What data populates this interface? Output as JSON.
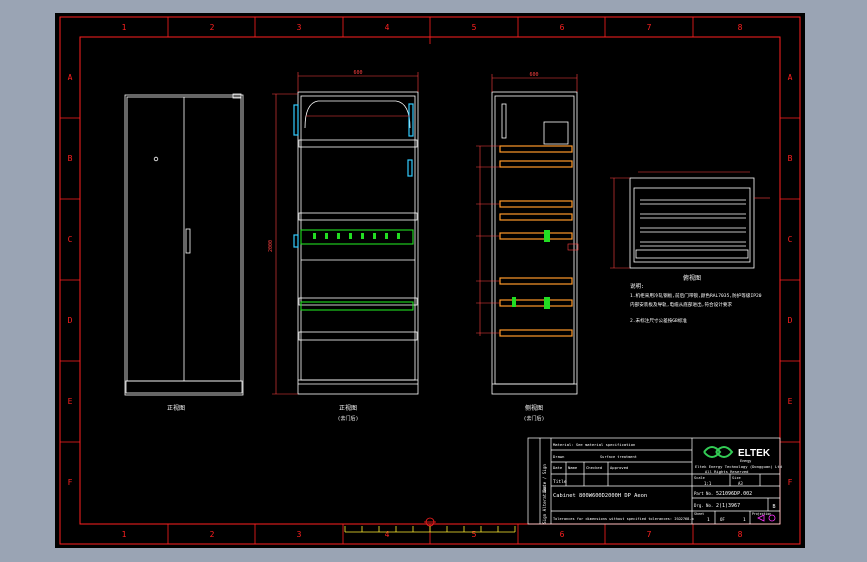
{
  "colors": {
    "background": "#9aa4b4",
    "sheet": "#000000",
    "border": "#ff2020",
    "lines": "#ffffff",
    "dimension": "#ff4040",
    "cyan_parts": "#33ccff",
    "green_rails": "#22dd22",
    "orange_rails": "#ff9a2a",
    "magenta": "#ff33ff",
    "logo": "#33cc55"
  },
  "frame": {
    "columns_top": [
      "1",
      "2",
      "3",
      "4",
      "5",
      "6",
      "7",
      "8"
    ],
    "columns_bottom": [
      "1",
      "2",
      "3",
      "4",
      "5",
      "6",
      "7",
      "8"
    ],
    "rows_left": [
      "A",
      "B",
      "C",
      "D",
      "E",
      "F"
    ],
    "rows_right": [
      "A",
      "B",
      "C",
      "D",
      "E",
      "F"
    ]
  },
  "views": {
    "front_label": "正视图",
    "internal_label": "正视图",
    "internal_sub": "(去门后)",
    "side_label": "侧视图",
    "side_sub": "(去门后)",
    "top_label": "俯视图",
    "front_height_dim": "2000",
    "front_width_dim": "600",
    "side_width_dim": "600"
  },
  "notes": {
    "heading": "说明:",
    "line1": "1.机柜采用冷轧钢板,前后门带锁,颜色RAL7035,防护等级IP20",
    "line2": "  内部安装板及导轨,电缆从底部进出,符合设计要求",
    "line3": "2.未标注尺寸公差按GB标准"
  },
  "title_block": {
    "rev_label": "Date / Sign",
    "revision_label": "Sign Alteration",
    "material_label": "Material: See material specification",
    "drawn_label": "Drawn",
    "checked_label": "Checked",
    "approved_label": "Approved",
    "date_label": "Date",
    "name_label": "Name",
    "description_note": "Surface treatment",
    "title_label": "Title",
    "title_value": "Cabinet 800W600D2000H   DP Aeon",
    "company": "Eltek Energy Technology (Dongguan) Ltd",
    "rights": "All Rights Reserved",
    "logo_text": "ELTEK",
    "logo_sub": "Energy",
    "scale_label": "Scale",
    "scale_value": "1:1",
    "size_label": "Size",
    "size_value": "A3",
    "part_no_label": "Part No.",
    "part_no_value": "521096DP.002",
    "drg_no_label": "Drg. No.",
    "drg_no_value": "2(1)3967",
    "rev_value": "B",
    "sheet_label": "Sheet",
    "sheet_value": "1",
    "of_label": "OF",
    "of_value": "1",
    "projection_label": "Projection",
    "tolerance_note": "Tolerances for dimensions without specified tolerances: ISO2768-m"
  }
}
